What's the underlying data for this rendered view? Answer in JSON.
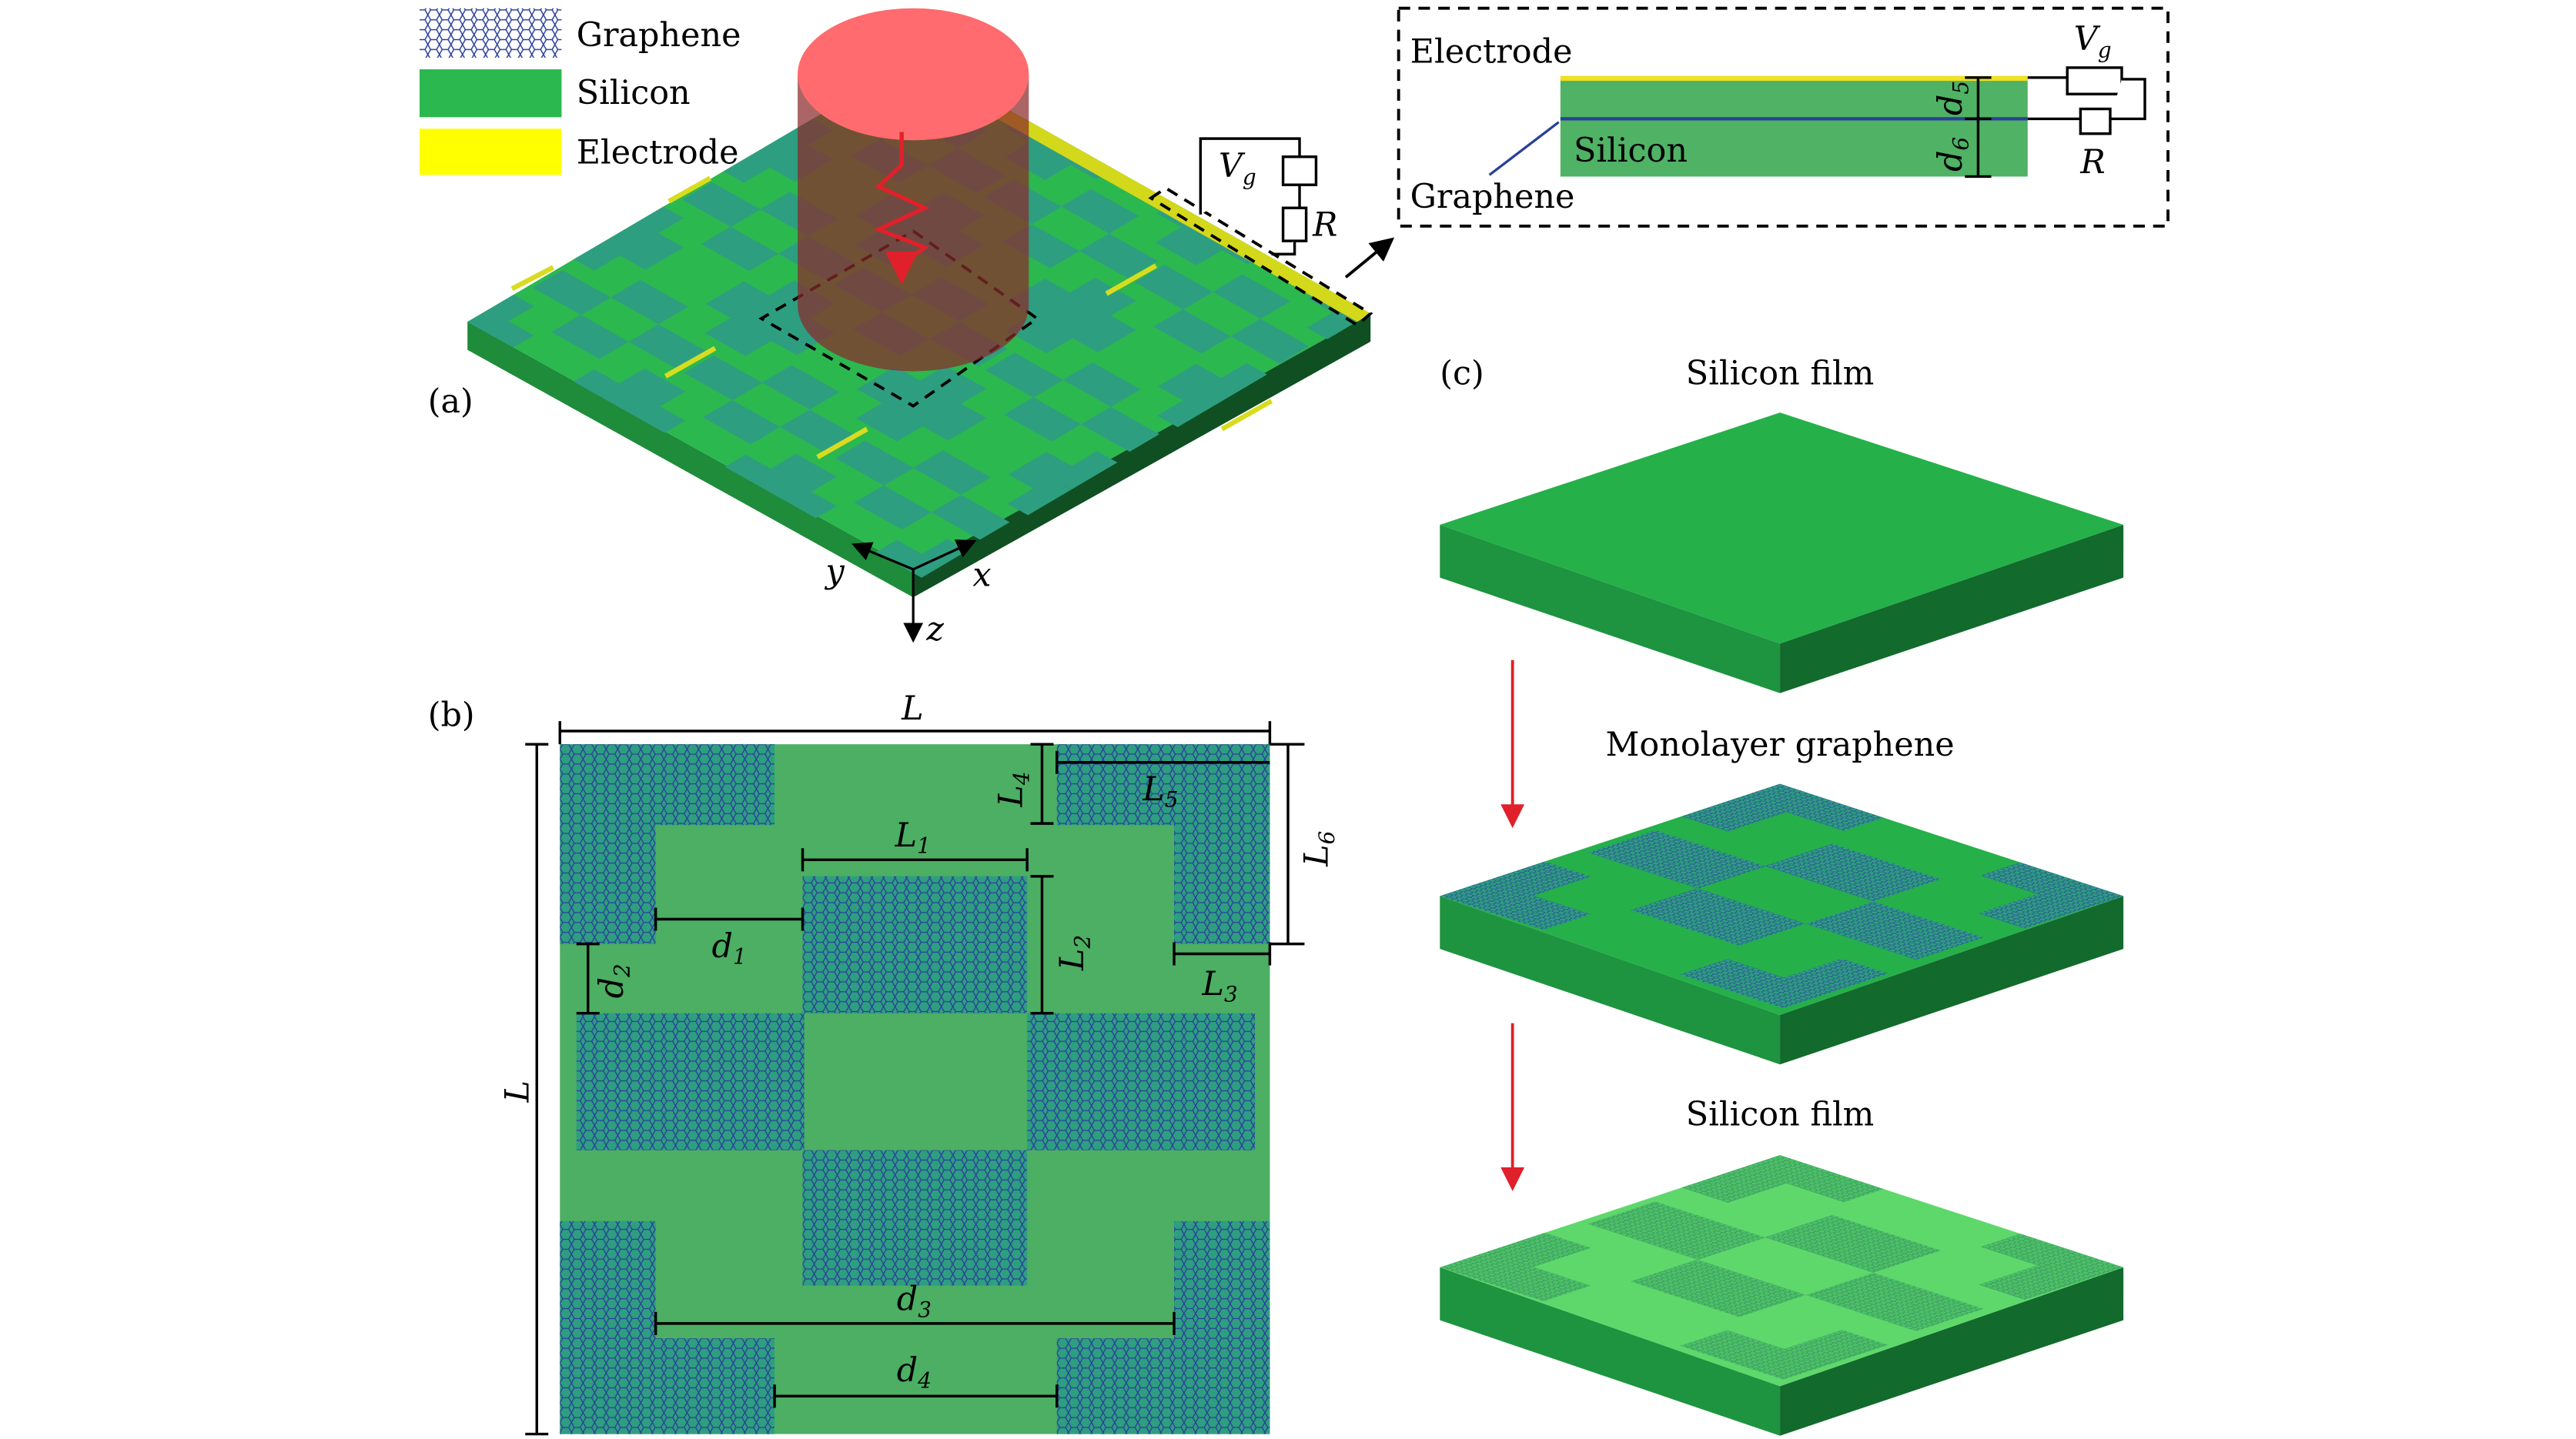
{
  "legend": [
    {
      "label": "Graphene",
      "color": "#2e9e80"
    },
    {
      "label": "Silicon",
      "color": "#2bb84f"
    },
    {
      "label": "Electrode",
      "color": "#ffff00"
    }
  ],
  "panels": {
    "a": "(a)",
    "b": "(b)",
    "c": "(c)"
  },
  "axes": {
    "x": "x",
    "y": "y",
    "z": "z"
  },
  "circuit": {
    "vg_base": "V",
    "vg_sub": "g",
    "r": "R"
  },
  "inset": {
    "electrode": "Electrode",
    "silicon": "Silicon",
    "graphene": "Graphene",
    "d5": {
      "base": "d",
      "sub": "5"
    },
    "d6": {
      "base": "d",
      "sub": "6"
    }
  },
  "dimensions": {
    "L_top": "L",
    "L_left": "L",
    "L1": {
      "base": "L",
      "sub": "1"
    },
    "L2": {
      "base": "L",
      "sub": "2"
    },
    "L3": {
      "base": "L",
      "sub": "3"
    },
    "L4": {
      "base": "L",
      "sub": "4"
    },
    "L5": {
      "base": "L",
      "sub": "5"
    },
    "L6": {
      "base": "L",
      "sub": "6"
    },
    "d1": {
      "base": "d",
      "sub": "1"
    },
    "d2": {
      "base": "d",
      "sub": "2"
    },
    "d3": {
      "base": "d",
      "sub": "3"
    },
    "d4": {
      "base": "d",
      "sub": "4"
    }
  },
  "steps": [
    "Silicon film",
    "Monolayer graphene",
    "Silicon film"
  ],
  "colors": {
    "silicon_top": "#27b04b",
    "silicon_left": "#1e8c3a",
    "silicon_right": "#0f5e25",
    "graphene": "#2e9e80",
    "graphene_lattice": "#2a3f9a",
    "electrode": "#e6e619",
    "laser": "#ff5a5f",
    "arrow": "#e0202a"
  }
}
